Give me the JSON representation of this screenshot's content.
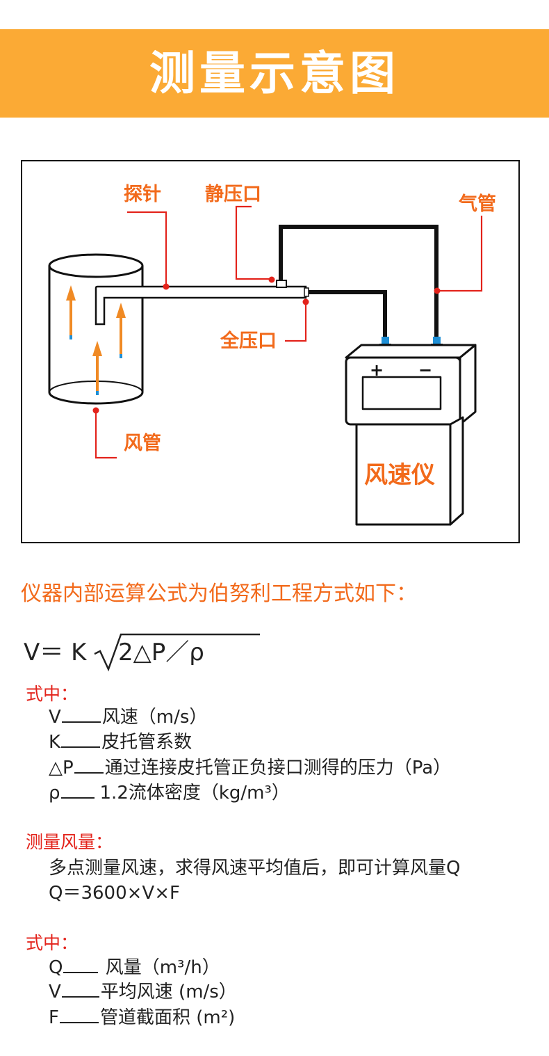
{
  "header": {
    "title": "测量示意图",
    "bg_color": "#fbaa35"
  },
  "diagram": {
    "labels": {
      "probe": "探针",
      "static_port": "静压口",
      "air_tube": "气管",
      "total_port": "全压口",
      "duct": "风管",
      "plus": "+",
      "minus": "−",
      "meter": "风速仪"
    },
    "colors": {
      "label": "#f26a1b",
      "leader": "#e3231b",
      "arrow": "#f08a24",
      "connector": "#1e8fd6",
      "outline": "#111111"
    }
  },
  "intro": "仪器内部运算公式为伯努利工程方式如下：",
  "formula": {
    "lhs": "V＝ K",
    "radicand": "2△P／ρ"
  },
  "section1": {
    "title": "式中：",
    "rows": [
      {
        "sym": "V",
        "desc": "风速（m/s）"
      },
      {
        "sym": "K",
        "desc": "皮托管系数"
      },
      {
        "sym": "△P",
        "desc": "通过连接皮托管正负接口测得的压力（Pa）"
      },
      {
        "sym": "ρ",
        "desc": "1.2流体密度（kg/m³）"
      }
    ]
  },
  "section2": {
    "title": "测量风量：",
    "lines": [
      "多点测量风速，求得风速平均值后，即可计算风量Q",
      "Q＝3600×V×F"
    ]
  },
  "section3": {
    "title": "式中：",
    "rows": [
      {
        "sym": "Q",
        "desc": " 风量（m³/h）"
      },
      {
        "sym": "V",
        "desc": "平均风速 (m/s）"
      },
      {
        "sym": "F",
        "desc": "管道截面积 (m²)"
      }
    ]
  }
}
